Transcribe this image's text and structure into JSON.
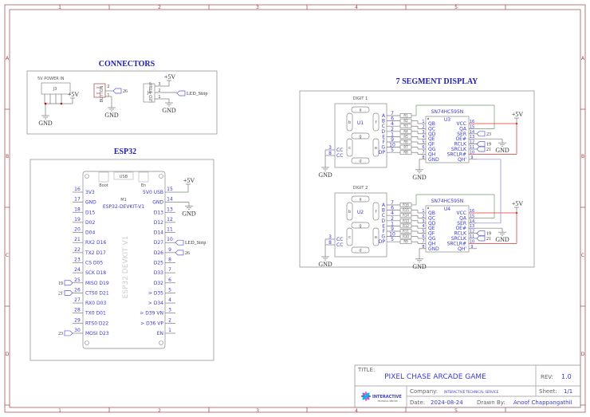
{
  "frame": {
    "columns": [
      "1",
      "2",
      "3",
      "4",
      "5"
    ],
    "rows": [
      "A",
      "B",
      "C",
      "D"
    ]
  },
  "connectors": {
    "title": "CONNECTORS",
    "j3_label": "5V POWER IN",
    "j3_ref": "J3",
    "button_label": "BUTTON",
    "button_pins": [
      "2",
      "1"
    ],
    "button_net": "26",
    "led_label": "LED STRIP",
    "j4_ref": "J4",
    "j4_pins": [
      "3",
      "2",
      "1"
    ],
    "led_net": "LED_Strip",
    "vcc": "+5V",
    "gnd": "GND"
  },
  "esp32": {
    "title": "ESP32",
    "ref": "M1",
    "part": "ESP32-DEVKIT-V1",
    "watermark": "ESP32 DEVKIT V1",
    "buttons": [
      "Boot",
      "USB",
      "En"
    ],
    "left_pins": [
      {
        "num": "16",
        "name": "3V3"
      },
      {
        "num": "17",
        "name": "GND"
      },
      {
        "num": "18",
        "name": "D15"
      },
      {
        "num": "19",
        "name": "D02"
      },
      {
        "num": "20",
        "name": "D04"
      },
      {
        "num": "21",
        "name": "RX2 D16"
      },
      {
        "num": "22",
        "name": "TX2 D17"
      },
      {
        "num": "23",
        "name": "CS D05"
      },
      {
        "num": "24",
        "name": "SCK D18"
      },
      {
        "num": "25",
        "name": "MISO D19"
      },
      {
        "num": "26",
        "name": "CTS0 D21"
      },
      {
        "num": "27",
        "name": "RX0 D03"
      },
      {
        "num": "28",
        "name": "TX0 D01"
      },
      {
        "num": "29",
        "name": "RTS0 D22"
      },
      {
        "num": "30",
        "name": "MOSI D23"
      }
    ],
    "right_pins": [
      {
        "num": "15",
        "name": "5V0 USB"
      },
      {
        "num": "14",
        "name": "GND"
      },
      {
        "num": "13",
        "name": "D13"
      },
      {
        "num": "12",
        "name": "D12"
      },
      {
        "num": "11",
        "name": "D14"
      },
      {
        "num": "10",
        "name": "D27"
      },
      {
        "num": "9",
        "name": "D26"
      },
      {
        "num": "8",
        "name": "D25"
      },
      {
        "num": "7",
        "name": "D33"
      },
      {
        "num": "6",
        "name": "D32"
      },
      {
        "num": "5",
        "name": "> D35"
      },
      {
        "num": "4",
        "name": "> D34"
      },
      {
        "num": "3",
        "name": "> D39 VN"
      },
      {
        "num": "2",
        "name": "> D36 VP"
      },
      {
        "num": "1",
        "name": "EN"
      }
    ],
    "left_nets": [
      {
        "pin_index": 9,
        "net": "19"
      },
      {
        "pin_index": 10,
        "net": "21"
      },
      {
        "pin_index": 14,
        "net": "23"
      }
    ],
    "right_nets": [
      {
        "pin_index": 5,
        "net": "LED_Strip"
      },
      {
        "pin_index": 6,
        "net": "26"
      }
    ],
    "vcc": "+5V",
    "gnd": "GND"
  },
  "display": {
    "title": "7 SEGMENT DISPLAY",
    "segment_pins": [
      {
        "name": "A",
        "num": "7"
      },
      {
        "name": "B",
        "num": "6"
      },
      {
        "name": "C",
        "num": "4"
      },
      {
        "name": "D",
        "num": "2"
      },
      {
        "name": "E",
        "num": "1"
      },
      {
        "name": "F",
        "num": "9"
      },
      {
        "name": "G",
        "num": "10"
      },
      {
        "name": "DP",
        "num": "5"
      }
    ],
    "segments": [
      "a",
      "b",
      "f",
      "g",
      "c",
      "e",
      "d"
    ],
    "cc": [
      {
        "name": "CC",
        "num": "3"
      },
      {
        "name": "CC",
        "num": "8"
      }
    ],
    "ic_part": "SN74HC595N",
    "ic_left_pins": [
      {
        "num": "1",
        "name": "QB"
      },
      {
        "num": "2",
        "name": "QC"
      },
      {
        "num": "3",
        "name": "QD"
      },
      {
        "num": "4",
        "name": "QE"
      },
      {
        "num": "5",
        "name": "QF"
      },
      {
        "num": "6",
        "name": "QG"
      },
      {
        "num": "7",
        "name": "QH"
      },
      {
        "num": "8",
        "name": "GND"
      }
    ],
    "ic_right_pins": [
      {
        "num": "16",
        "name": "VCC"
      },
      {
        "num": "15",
        "name": "QA"
      },
      {
        "num": "14",
        "name": "SER"
      },
      {
        "num": "13",
        "name": "OE#"
      },
      {
        "num": "12",
        "name": "RCLK"
      },
      {
        "num": "11",
        "name": "SRCLK"
      },
      {
        "num": "10",
        "name": "SRCLR#"
      },
      {
        "num": "9",
        "name": "QH'"
      }
    ],
    "digits": [
      {
        "label": "DIGIT 1",
        "ref": "U1",
        "ic_ref": "U3",
        "resistors": [
          "R1",
          "R2",
          "R3",
          "R4",
          "R5",
          "R6",
          "R7",
          "R8"
        ],
        "ser_net": "23",
        "clk_nets": [
          "19",
          "21"
        ]
      },
      {
        "label": "DIGIT 2",
        "ref": "U2",
        "ic_ref": "U4",
        "resistors": [
          "R16",
          "R15",
          "R14",
          "R13",
          "R12",
          "R11",
          "R10",
          "R9"
        ],
        "ser_net": "",
        "clk_nets": [
          "19",
          "21"
        ]
      }
    ],
    "vcc": "+5V",
    "gnd": "GND"
  },
  "title_block": {
    "title_label": "TITLE:",
    "title": "PIXEL CHASE ARCADE GAME",
    "rev_label": "REV:",
    "rev": "1.0",
    "company_label": "Company:",
    "company": "INTERACTIVE TECHNICAL SERVICE",
    "sheet_label": "Sheet:",
    "sheet": "1/1",
    "date_label": "Date:",
    "date": "2024-08-24",
    "drawn_label": "Drawn By:",
    "drawn_by": "Anoof Chappangathil",
    "logo_text": "INTERACTIVE",
    "logo_sub": "TECHNICAL SERVICE"
  },
  "colors": {
    "wire": "#6f8f6f",
    "pin": "#3b3bd0",
    "power": "#e03030",
    "bus": "#8080e0",
    "border": "#a04040",
    "qa_wire": "#6a9a6a"
  }
}
